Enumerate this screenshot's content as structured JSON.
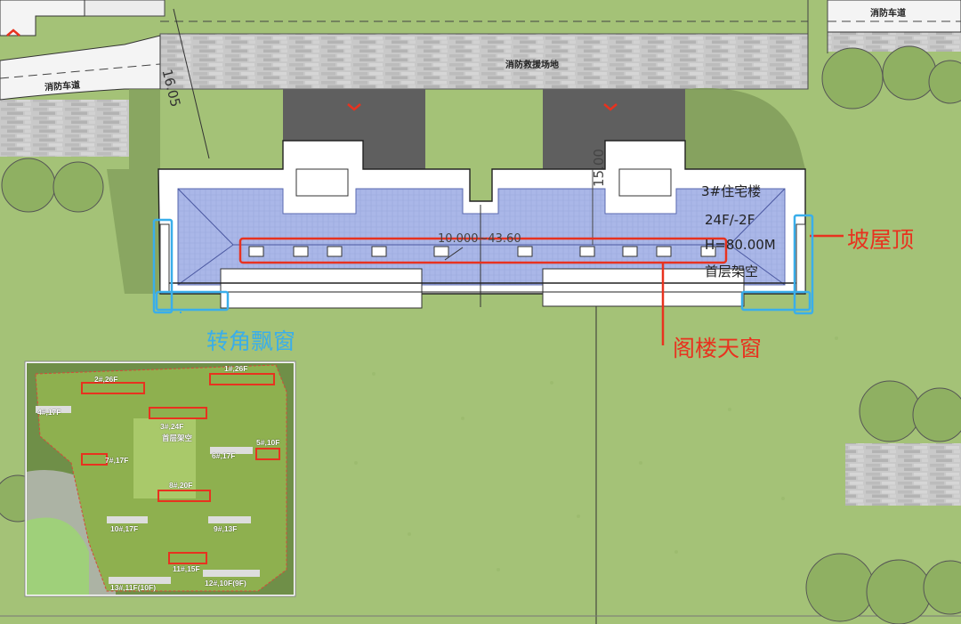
{
  "site": {
    "road_label_left": "消防车道",
    "road_label_right": "消防车道",
    "fire_rescue_label": "消防救援场地",
    "dimension_road": "16.05",
    "dimension_building_depth": "15.00",
    "dimension_elevation": "10.000~43.60"
  },
  "building": {
    "name": "3#住宅楼",
    "floors": "24F/-2F",
    "height": "H=80.00M",
    "note": "首层架空"
  },
  "annotations": {
    "slope_roof": "坡屋顶",
    "attic_skylight": "阁楼天窗",
    "corner_bay_window": "转角飘窗"
  },
  "colors": {
    "annotation_red": "#e8321f",
    "annotation_blue": "#3aaeea",
    "roof_blue": "#a9b6e6",
    "grass": "#a4c277"
  },
  "inset": {
    "buildings": [
      {
        "label": "1#,26F"
      },
      {
        "label": "2#,26F"
      },
      {
        "label": "3#,24F"
      },
      {
        "label": "首层架空"
      },
      {
        "label": "4#,17F"
      },
      {
        "label": "5#,10F"
      },
      {
        "label": "6#,17F"
      },
      {
        "label": "7#,17F"
      },
      {
        "label": "8#,20F"
      },
      {
        "label": "9#,13F"
      },
      {
        "label": "10#,17F"
      },
      {
        "label": "11#,15F"
      },
      {
        "label": "12#,10F(9F)"
      },
      {
        "label": "13#,11F(10F)"
      }
    ]
  }
}
